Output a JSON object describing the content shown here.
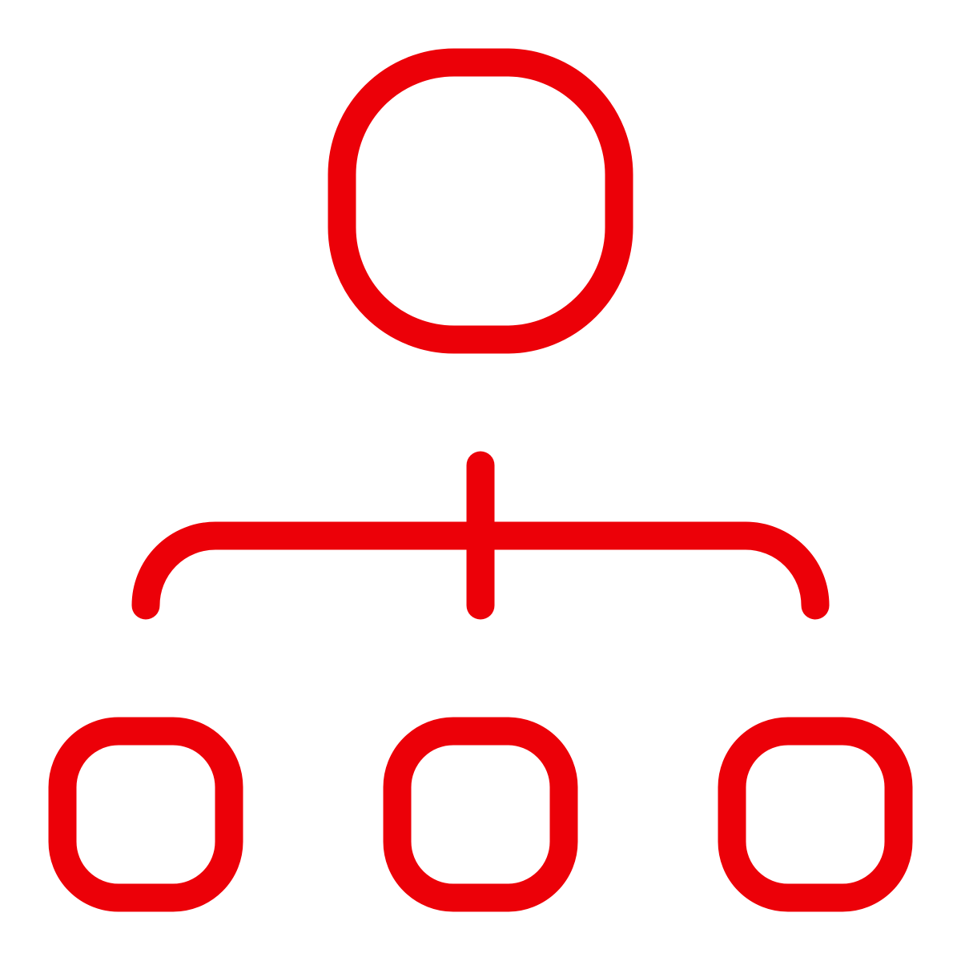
{
  "icon": {
    "name": "hierarchy-icon",
    "stroke_color": "#EC0008",
    "background_color": "#FFFFFF",
    "nodes": [
      {
        "role": "parent",
        "name": "parent-node"
      },
      {
        "role": "child",
        "name": "child-node-left"
      },
      {
        "role": "child",
        "name": "child-node-center"
      },
      {
        "role": "child",
        "name": "child-node-right"
      }
    ]
  }
}
